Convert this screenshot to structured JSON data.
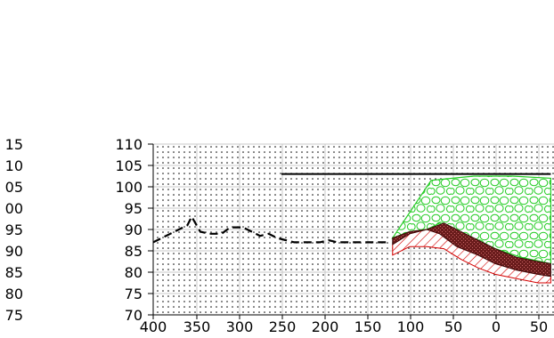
{
  "chart_data": [
    {
      "type": "line",
      "title": "",
      "xlabel": "",
      "ylabel": "",
      "y_tick_labels_partial": [
        "15",
        "10",
        "05",
        "00",
        "95",
        "90",
        "85",
        "80",
        "75"
      ]
    },
    {
      "type": "area",
      "title": "",
      "xlabel": "",
      "ylabel": "",
      "xlim": [
        400,
        50
      ],
      "x_reversed": true,
      "ylim": [
        70,
        110
      ],
      "grid": true,
      "x_ticks": [
        400,
        350,
        300,
        250,
        200,
        150,
        100,
        50,
        0,
        50
      ],
      "x_tick_labels": [
        "400",
        "350",
        "300",
        "250",
        "200",
        "150",
        "100",
        "50",
        "0",
        "50"
      ],
      "y_ticks": [
        70,
        75,
        80,
        85,
        90,
        95,
        100,
        105,
        110
      ],
      "y_tick_labels": [
        "70",
        "75",
        "80",
        "85",
        "90",
        "95",
        "100",
        "105",
        "110"
      ],
      "series": [
        {
          "style": "dashed-line",
          "color": "#000000",
          "x": [
            400,
            380,
            360,
            355,
            345,
            335,
            320,
            310,
            295,
            285,
            275,
            265,
            255,
            245,
            235,
            225,
            215,
            205,
            195,
            185,
            175,
            165,
            155,
            145,
            135,
            125
          ],
          "y": [
            87,
            89,
            91,
            93,
            89.5,
            89,
            89,
            90.5,
            90.5,
            89.5,
            88.5,
            89,
            88,
            87.5,
            87,
            87,
            87,
            87,
            87.5,
            87,
            87,
            87,
            87,
            87,
            87,
            87
          ]
        },
        {
          "style": "solid-line",
          "color": "#000000",
          "x": [
            250,
            -65
          ],
          "y": [
            103,
            103
          ]
        },
        {
          "style": "hatched-band",
          "color": "#d40000",
          "upper": {
            "x": [
              120,
              100,
              80,
              65,
              45,
              20,
              0,
              -25,
              -50,
              -65
            ],
            "y": [
              86.5,
              89,
              90,
              89,
              86,
              84,
              82,
              80.5,
              79.5,
              79
            ]
          },
          "lower": {
            "x": [
              120,
              100,
              80,
              60,
              40,
              20,
              0,
              -25,
              -50,
              -65
            ],
            "y": [
              84,
              86,
              86,
              85.5,
              83,
              81,
              79.5,
              78.5,
              77.5,
              77.5
            ]
          }
        },
        {
          "style": "stippled-band",
          "color": "#5a1414",
          "upper": {
            "x": [
              120,
              100,
              80,
              60,
              50,
              35,
              20,
              0,
              -25,
              -50,
              -65
            ],
            "y": [
              88,
              89.5,
              90,
              91.5,
              90.5,
              89,
              87.5,
              85.5,
              83.5,
              82.5,
              82
            ]
          },
          "lower": {
            "x": [
              120,
              100,
              80,
              65,
              45,
              20,
              0,
              -25,
              -50,
              -65
            ],
            "y": [
              86.5,
              89,
              90,
              89,
              86,
              84,
              82,
              80.5,
              79.5,
              79
            ]
          }
        },
        {
          "style": "cell-filled-region",
          "color": "#22cc22",
          "outline": {
            "x": [
              120,
              100,
              75,
              50,
              25,
              0,
              -20,
              -65,
              -65,
              -30,
              0,
              20,
              45,
              65,
              80,
              100,
              120
            ],
            "y": [
              88,
              94,
              101.5,
              102,
              102.5,
              102.5,
              102.5,
              102,
              82,
              83.5,
              85.5,
              87.5,
              89,
              91.5,
              90,
              89.5,
              88
            ]
          }
        }
      ]
    }
  ]
}
